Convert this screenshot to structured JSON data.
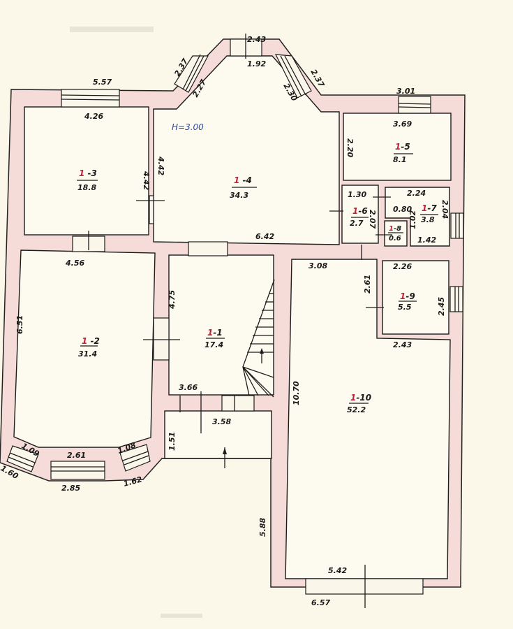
{
  "plan": {
    "ceiling_height": "H=3.00",
    "colors": {
      "wall_fill": "#f6dcd8",
      "paper": "#fbf8ea",
      "room_number_accent": "#c0223a",
      "height_label": "#2b4aa0"
    }
  },
  "rooms": [
    {
      "id": "1-1",
      "floor": "1",
      "num": "1",
      "area": "17.4",
      "dims": [
        "4.75",
        "3.66"
      ]
    },
    {
      "id": "1-2",
      "floor": "1",
      "num": "2",
      "area": "31.4",
      "dims": [
        "4.56",
        "6.51"
      ]
    },
    {
      "id": "1-3",
      "floor": "1",
      "num": "3",
      "area": "18.8",
      "dims": [
        "4.26",
        "4.42"
      ]
    },
    {
      "id": "1-4",
      "floor": "1",
      "num": "4",
      "area": "34.3",
      "dims": [
        "4.42",
        "6.42"
      ]
    },
    {
      "id": "1-5",
      "floor": "1",
      "num": "5",
      "area": "8.1",
      "dims": [
        "3.69",
        "2.20"
      ]
    },
    {
      "id": "1-6",
      "floor": "1",
      "num": "6",
      "area": "2.7",
      "dims": [
        "1.30",
        "2.07"
      ]
    },
    {
      "id": "1-7",
      "floor": "1",
      "num": "7",
      "area": "3.8",
      "dims": [
        "2.24",
        "2.04",
        "0.80",
        "1.02",
        "1.42"
      ]
    },
    {
      "id": "1-8",
      "floor": "1",
      "num": "8",
      "area": "0.6",
      "dims": []
    },
    {
      "id": "1-9",
      "floor": "1",
      "num": "9",
      "area": "5.5",
      "dims": [
        "2.26",
        "2.61",
        "2.45",
        "2.43"
      ]
    },
    {
      "id": "1-10",
      "floor": "1",
      "num": "10",
      "area": "52.2",
      "dims": [
        "3.08",
        "10.70",
        "5.42"
      ]
    }
  ],
  "exterior_dims": {
    "top_left": "5.57",
    "bay_top_outer": "2.43",
    "bay_top_inner": "1.92",
    "bay_left_outer": "2.37",
    "bay_left_inner": "2.27",
    "bay_right_outer": "2.37",
    "bay_right_inner": "2.30",
    "top_right": "3.01",
    "bottom_bay_left_diag": "1.09",
    "bottom_bay_left_outer": "1.60",
    "bottom_bay_center_inner": "2.61",
    "bottom_bay_center_outer": "2.85",
    "bottom_bay_right_diag": "1.08",
    "bottom_bay_right_outer": "1.62",
    "porch_width": "3.58",
    "porch_depth": "1.51",
    "garage_side": "5.88",
    "garage_bottom": "6.57"
  }
}
